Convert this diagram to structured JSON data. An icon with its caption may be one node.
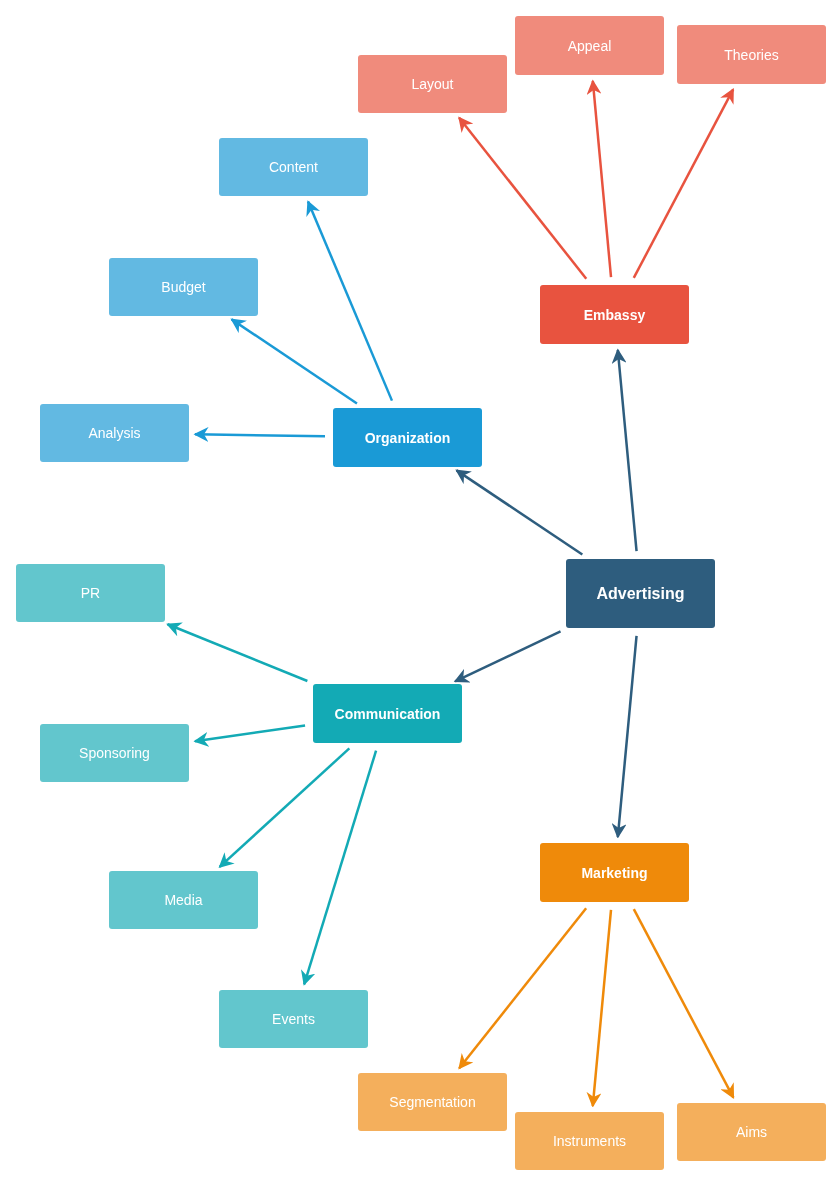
{
  "diagram": {
    "nodes": [
      {
        "text": [
          "Advertising"
        ]
      },
      {
        "text": [
          "Embassy"
        ]
      },
      {
        "text": [
          "Layout"
        ]
      },
      {
        "text": [
          "Appeal"
        ]
      },
      {
        "text": [
          "Theories"
        ]
      },
      {
        "text": [
          "Organization"
        ]
      },
      {
        "text": [
          "Content"
        ]
      },
      {
        "text": [
          "Budget"
        ]
      },
      {
        "text": [
          "Analysis"
        ]
      },
      {
        "text": [
          "Communication"
        ]
      },
      {
        "text": [
          "PR"
        ]
      },
      {
        "text": [
          "Sponsoring"
        ]
      },
      {
        "text": [
          "Media"
        ]
      },
      {
        "text": [
          "Events"
        ]
      },
      {
        "text": [
          "Marketing"
        ]
      },
      {
        "text": [
          "Segmentation"
        ]
      },
      {
        "text": [
          "Instruments"
        ]
      },
      {
        "text": [
          "Aims"
        ]
      }
    ],
    "edges": [
      {
        "from": 0,
        "to": 1,
        "arrow": "to",
        "color": "#2e5d7e"
      },
      {
        "from": 0,
        "to": 5,
        "arrow": "to",
        "color": "#2e5d7e"
      },
      {
        "from": 0,
        "to": 9,
        "arrow": "to",
        "color": "#2e5d7e"
      },
      {
        "from": 0,
        "to": 14,
        "arrow": "to",
        "color": "#2e5d7e"
      },
      {
        "from": 1,
        "to": 2,
        "arrow": "to",
        "color": "#e8533f"
      },
      {
        "from": 1,
        "to": 3,
        "arrow": "to",
        "color": "#e8533f"
      },
      {
        "from": 1,
        "to": 4,
        "arrow": "to",
        "color": "#e8533f"
      },
      {
        "from": 5,
        "to": 6,
        "arrow": "to",
        "color": "#1a9ad6"
      },
      {
        "from": 5,
        "to": 7,
        "arrow": "to",
        "color": "#1a9ad6"
      },
      {
        "from": 5,
        "to": 8,
        "arrow": "to",
        "color": "#1a9ad6"
      },
      {
        "from": 9,
        "to": 10,
        "arrow": "to",
        "color": "#13aab5"
      },
      {
        "from": 9,
        "to": 11,
        "arrow": "to",
        "color": "#13aab5"
      },
      {
        "from": 9,
        "to": 12,
        "arrow": "to",
        "color": "#13aab5"
      },
      {
        "from": 9,
        "to": 13,
        "arrow": "to",
        "color": "#13aab5"
      },
      {
        "from": 14,
        "to": 15,
        "arrow": "to",
        "color": "#ef8a0a"
      },
      {
        "from": 14,
        "to": 16,
        "arrow": "to",
        "color": "#ef8a0a"
      },
      {
        "from": 14,
        "to": 17,
        "arrow": "to",
        "color": "#ef8a0a"
      }
    ]
  }
}
